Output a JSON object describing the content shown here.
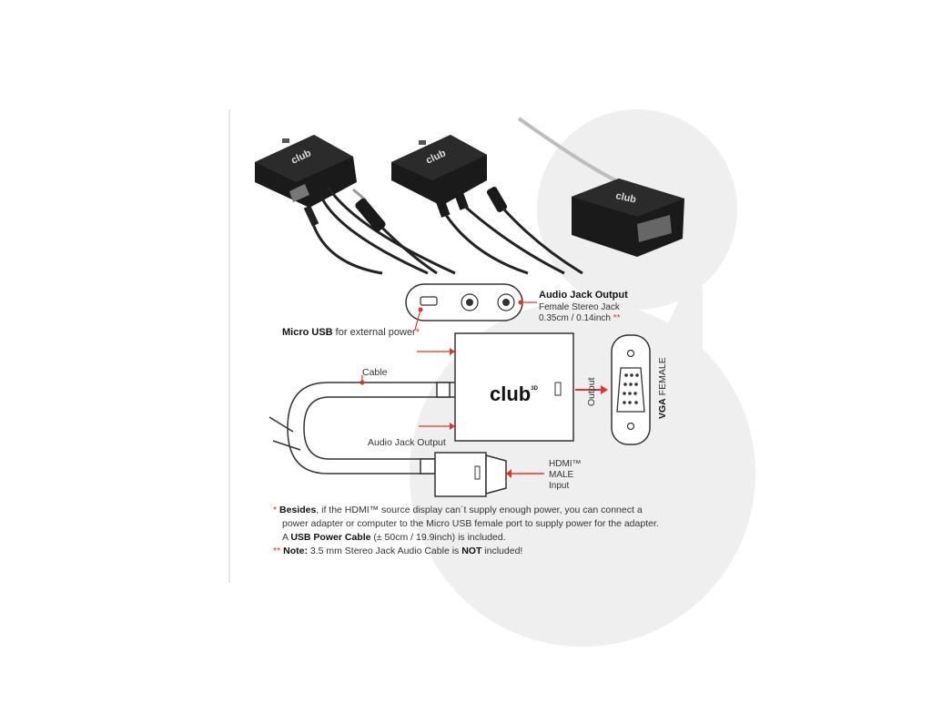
{
  "brand": {
    "logo_text": "club",
    "logo_sup": "3D"
  },
  "colors": {
    "accent": "#e0352b",
    "device": "#1e1e1e",
    "outline": "#2a2a2a",
    "watermark": "#ededed"
  },
  "labels": {
    "audio_jack_title": "Audio Jack Output",
    "audio_jack_sub1": "Female Stereo Jack",
    "audio_jack_sub2": "0.35cm / 0.14inch",
    "audio_jack_marks": "**",
    "micro_usb_bold": "Micro USB",
    "micro_usb_rest": " for external power",
    "micro_usb_mark": "*",
    "cable": "Cable",
    "audio_jack_output": "Audio Jack Output",
    "output": "Output",
    "vga_bold": "VGA",
    "vga_rest": " FEMALE",
    "hdmi_line1": "HDMI™",
    "hdmi_line2": "MALE",
    "hdmi_line3": "Input"
  },
  "notes": {
    "n1_mark": "*",
    "n1_bold": "Besides",
    "n1_rest": ", if the HDMI™ source display can´t supply enough power, you can connect a",
    "n1_line2": "power adapter or computer to the Micro USB female port to supply power for the adapter.",
    "n1_line3_a": "A ",
    "n1_line3_bold": "USB Power Cable",
    "n1_line3_rest": " (± 50cm / 19.9inch) is included.",
    "n2_mark": "**",
    "n2_bold": "Note:",
    "n2_rest": " 3.5 mm Stereo Jack Audio Cable is ",
    "n2_bold2": "NOT",
    "n2_end": " included!"
  }
}
